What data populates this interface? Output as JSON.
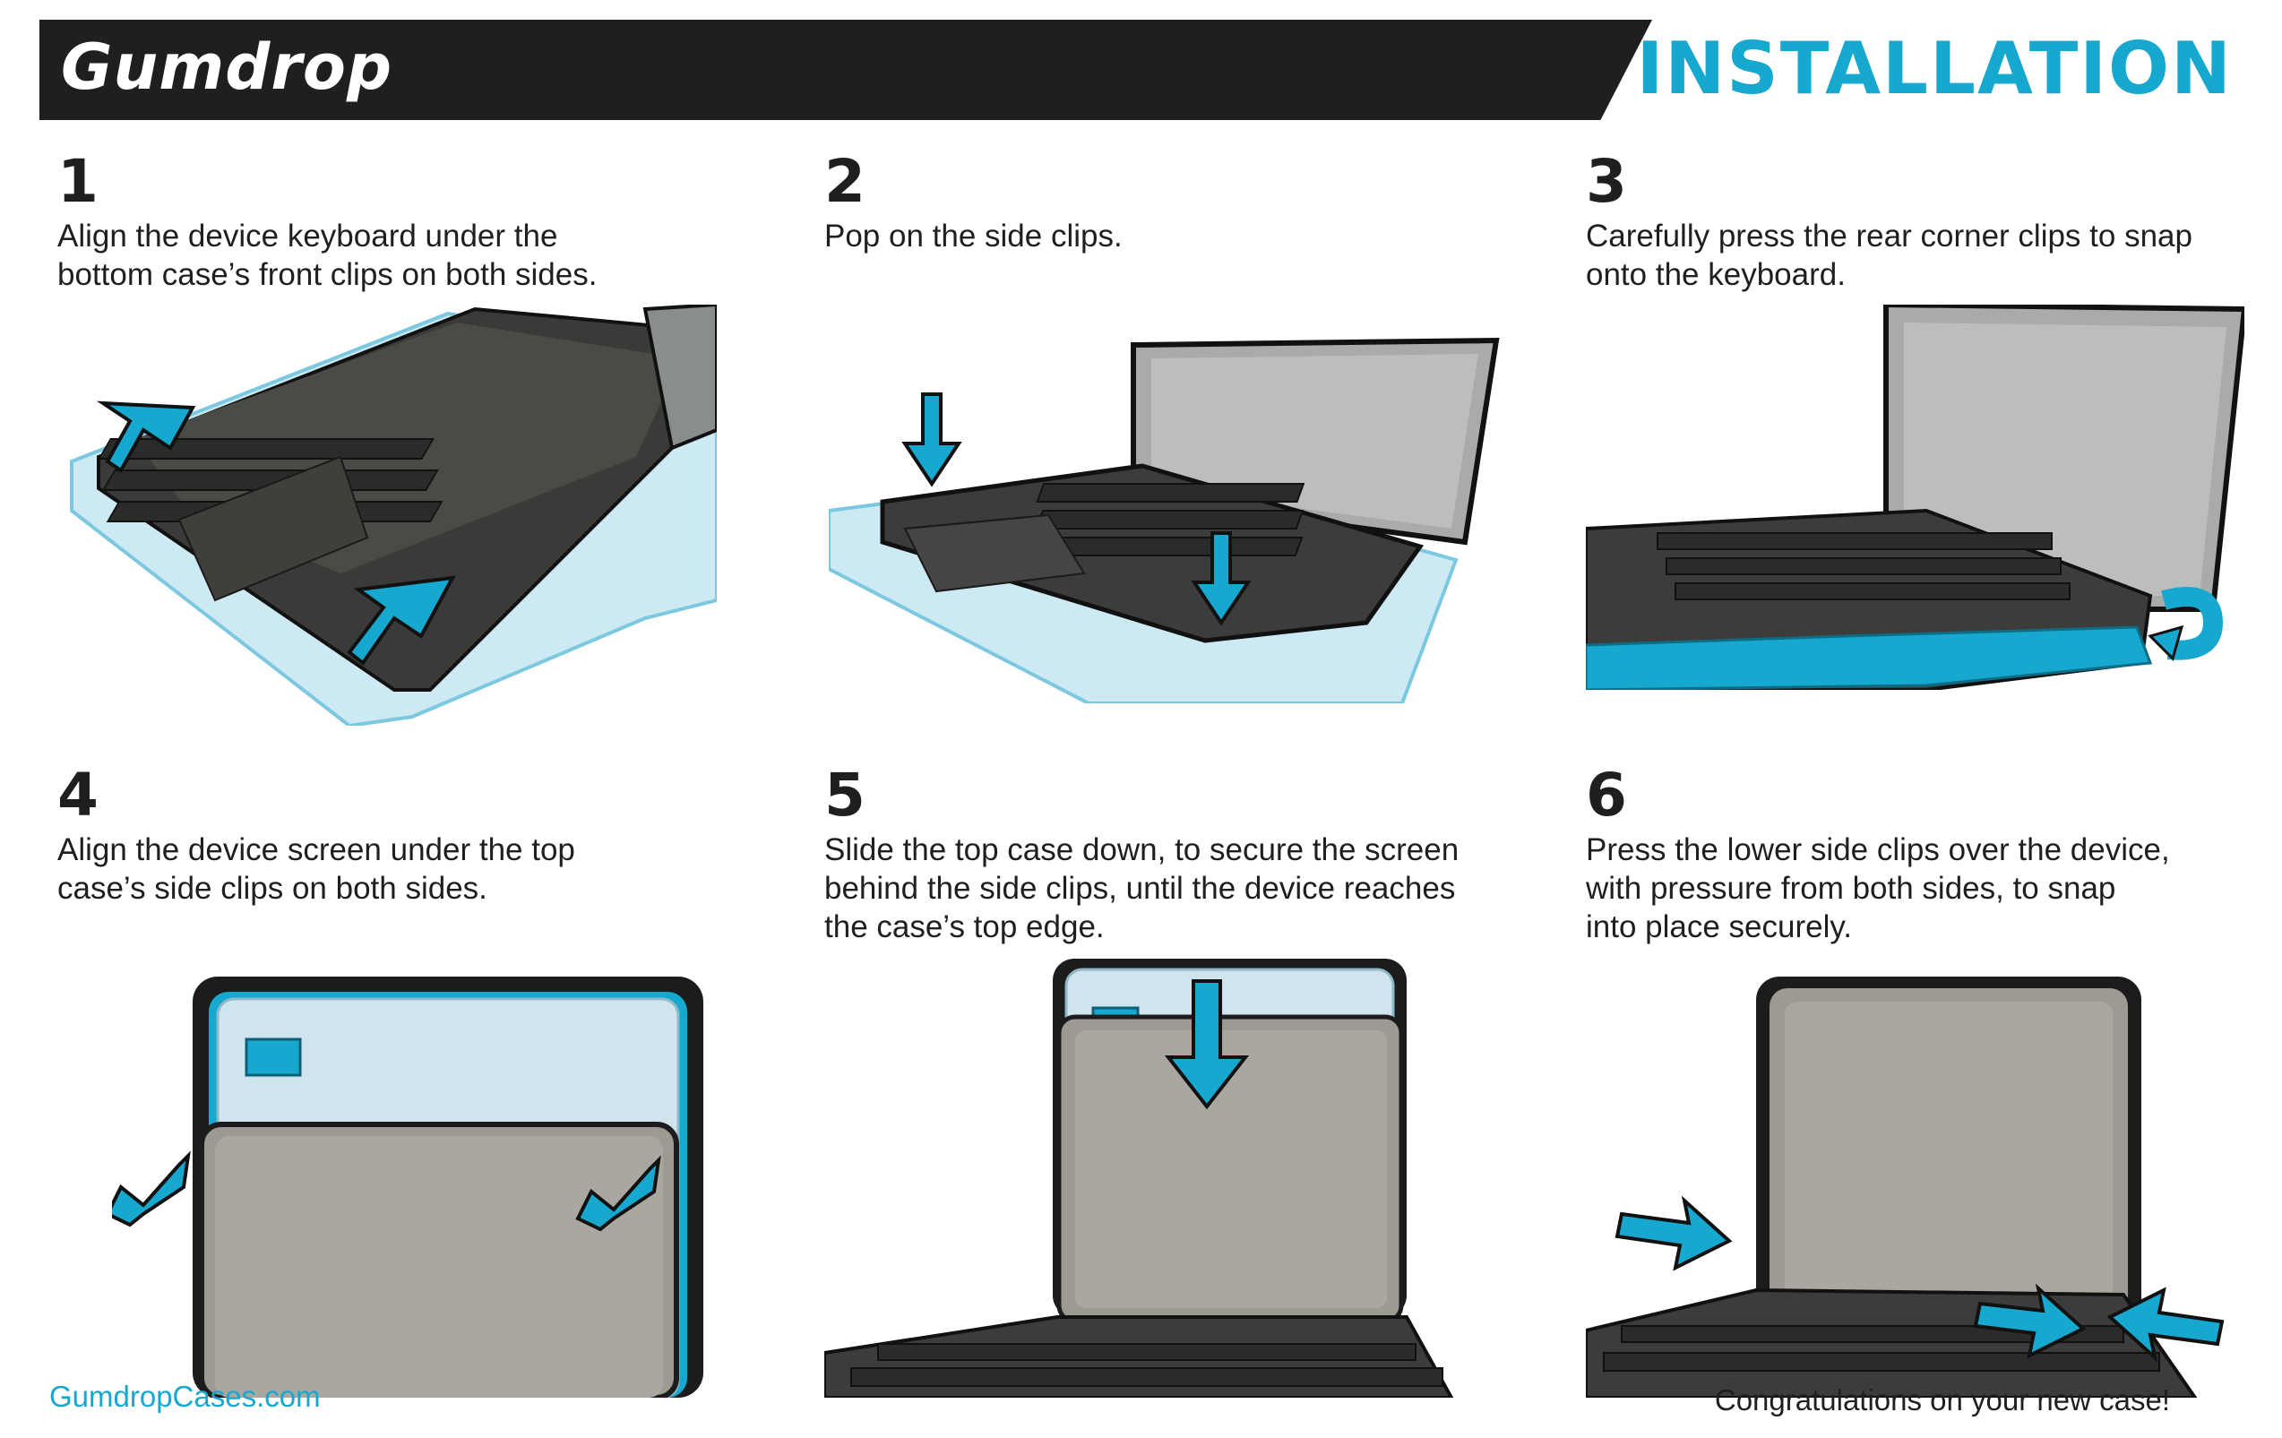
{
  "header": {
    "brand": "Gumdrop",
    "title": "INSTALLATION"
  },
  "steps": [
    {
      "number": "1",
      "text": "Align the device keyboard under the\nbottom case’s front clips on both sides."
    },
    {
      "number": "2",
      "text": "Pop on the side clips."
    },
    {
      "number": "3",
      "text": "Carefully press the rear corner clips to snap\nonto the keyboard."
    },
    {
      "number": "4",
      "text": "Align the device screen under the top\ncase’s side clips on both sides."
    },
    {
      "number": "5",
      "text": "Slide the top case down, to secure the screen\nbehind the side clips, until the device reaches\nthe case’s top edge."
    },
    {
      "number": "6",
      "text": "Press the lower side clips over the device,\nwith pressure from both sides, to snap\ninto place securely."
    }
  ],
  "footer": {
    "website": "GumdropCases.com",
    "message": "Congratulations on your new case!"
  },
  "colors": {
    "accent": "#16a8cf",
    "header_bg": "#1f1f1f",
    "text": "#1f1f1f"
  }
}
